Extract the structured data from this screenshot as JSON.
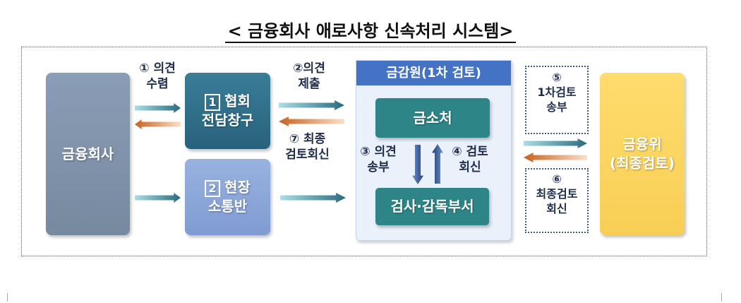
{
  "title": "< 금융회사 애로사항 신속처리 시스템>",
  "boxes": {
    "company": "금융회사",
    "assoc_num": "1",
    "assoc_l1": "협회",
    "assoc_l2": "전담창구",
    "field_num": "2",
    "field_l1": "현장",
    "field_l2": "소통반",
    "fss_header": "금감원(1차 검토)",
    "consumer": "금소처",
    "inspect": "검사·감독부서",
    "fsc_l1": "금융위",
    "fsc_l2": "(최종검토)"
  },
  "labels": {
    "s1": "① 의견\n수렴",
    "s2": "②의견\n제출",
    "s7": "⑦ 최종\n검토회신",
    "s3": "③ 의견\n송부",
    "s4": "④ 검토\n회신",
    "s5": "⑤\n1차검토\n송부",
    "s6": "⑥\n최종검토\n회신"
  },
  "colors": {
    "company": "#7f93ae",
    "assoc": "#2e6e8a",
    "field": "#8ba7d9",
    "fss_header": "#4472c4",
    "teal": "#2e8587",
    "fsc": "#fdd866"
  }
}
